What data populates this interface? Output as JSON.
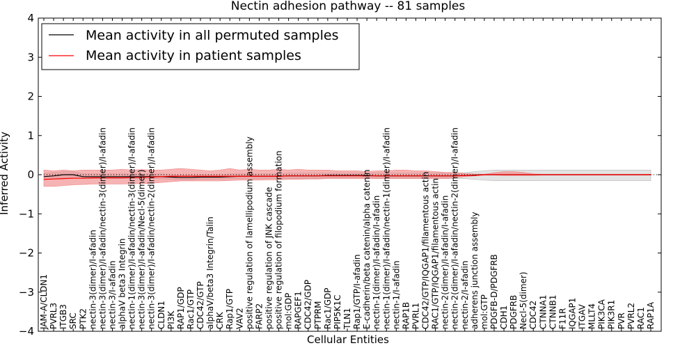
{
  "chart_data": {
    "type": "line",
    "title": "Nectin adhesion pathway -- 81 samples",
    "xlabel": "Cellular Entities",
    "ylabel": "Inferred Activity",
    "ylim": [
      -4,
      4
    ],
    "yticks": [
      -4,
      -3,
      -2,
      -1,
      0,
      1,
      2,
      3,
      4
    ],
    "grid": false,
    "legend_position": "top-left",
    "categories": [
      "JAM-A/CLDN1",
      "PVRL3",
      "ITGB3",
      "SRC",
      "PTK2",
      "nectin-3(dimer)/I-afadin",
      "nectin-3(dimer)/I-afadin/nectin-3(dimer)/I-afadin",
      "nectin-3/I-afadin",
      "alphaV beta3 Integrin",
      "nectin-1(dimer)/I-afadin/nectin-3(dimer)/I-afadin",
      "nectin-3(dimer)/I-afadin/Necl-5(dimer)",
      "nectin-3(dimer)/I-afadin/nectin-2(dimer)/I-afadin",
      "CLDN1",
      "PI3K",
      "RAP1/GDP",
      "Rac1/GTP",
      "CDC42/GTP",
      "alphaV/beta3 Integrin/Talin",
      "CRK",
      "Rap1/GTP",
      "VAV2",
      "positive regulation of lamellipodium assembly",
      "FARP2",
      "positive regulation of JNK cascade",
      "positive regulation of filopodium formation",
      "mol:GDP",
      "RAPGEF1",
      "CDC42/GDP",
      "PTPRM",
      "Rac1/GDP",
      "PIP5K1C",
      "TLN1",
      "Rap1/GTP/I-afadin",
      "E-cadherin/beta catenin/alpha catenin",
      "nectin-1(dimer)/I-afadin/I-afadin",
      "nectin-1(dimer)/I-afadin/nectin-1(dimer)/I-afadin",
      "nectin-1/I-afadin",
      "RAP1B",
      "PVRL1",
      "CDC42/GTP/IQGAP1/filamentous actin",
      "RAC1/GTP/IQGAP1/filamentous actin",
      "nectin-2(dimer)/I-afadin/I-afadin",
      "nectin-2(dimer)/I-afadin/nectin-2(dimer)/I-afadin",
      "nectin-2/I-afadin",
      "adherens junction assembly",
      "mol:GTP",
      "PDGFB-D/PDGFRB",
      "CDH1",
      "PDGFRB",
      "Necl-5(dimer)",
      "CDC42",
      "CTNNA1",
      "CTNNB1",
      "F11R",
      "IQGAP1",
      "ITGAV",
      "MLLT4",
      "PIK3CA",
      "PIK3R1",
      "PVR",
      "PVRL2",
      "RAC1",
      "RAP1A"
    ],
    "series": [
      {
        "name": "Mean activity in all permuted samples",
        "color": "#000000",
        "band_color": "#c8c8c8",
        "values": [
          -0.05,
          -0.03,
          0.0,
          0.0,
          -0.05,
          -0.05,
          -0.05,
          -0.05,
          -0.05,
          -0.05,
          -0.05,
          -0.05,
          -0.05,
          -0.06,
          -0.07,
          -0.07,
          -0.06,
          -0.06,
          -0.06,
          -0.05,
          -0.04,
          -0.04,
          -0.04,
          -0.04,
          -0.04,
          -0.03,
          -0.03,
          -0.03,
          -0.03,
          -0.02,
          -0.02,
          -0.02,
          -0.02,
          -0.02,
          -0.03,
          -0.03,
          -0.03,
          -0.03,
          -0.03,
          -0.03,
          -0.03,
          -0.03,
          -0.03,
          -0.02,
          -0.01,
          0.0,
          0.0,
          0.0,
          0.0,
          0.0,
          0.0,
          0.0,
          0.0,
          0.0,
          0.0,
          0.0,
          0.0,
          0.0,
          0.0,
          0.0,
          0.0,
          0.0,
          0.0
        ],
        "lower": [
          -0.12,
          -0.1,
          -0.08,
          -0.08,
          -0.1,
          -0.1,
          -0.1,
          -0.1,
          -0.1,
          -0.1,
          -0.1,
          -0.1,
          -0.1,
          -0.12,
          -0.13,
          -0.13,
          -0.12,
          -0.12,
          -0.12,
          -0.1,
          -0.1,
          -0.1,
          -0.1,
          -0.1,
          -0.1,
          -0.1,
          -0.1,
          -0.1,
          -0.1,
          -0.08,
          -0.08,
          -0.08,
          -0.08,
          -0.08,
          -0.1,
          -0.1,
          -0.1,
          -0.1,
          -0.1,
          -0.1,
          -0.1,
          -0.1,
          -0.1,
          -0.1,
          -0.12,
          -0.14,
          -0.15,
          -0.15,
          -0.15,
          -0.15,
          -0.15,
          -0.15,
          -0.15,
          -0.15,
          -0.15,
          -0.15,
          -0.15,
          -0.15,
          -0.15,
          -0.15,
          -0.15,
          -0.15,
          -0.15
        ],
        "upper": [
          0.03,
          0.05,
          0.08,
          0.08,
          0.02,
          0.02,
          0.02,
          0.02,
          0.02,
          0.02,
          0.02,
          0.02,
          0.02,
          0.0,
          -0.01,
          -0.01,
          0.0,
          0.0,
          0.0,
          0.02,
          0.02,
          0.02,
          0.02,
          0.02,
          0.02,
          0.04,
          0.04,
          0.04,
          0.04,
          0.04,
          0.04,
          0.04,
          0.04,
          0.04,
          0.04,
          0.04,
          0.04,
          0.04,
          0.04,
          0.04,
          0.04,
          0.04,
          0.04,
          0.05,
          0.08,
          0.1,
          0.12,
          0.12,
          0.12,
          0.12,
          0.12,
          0.12,
          0.12,
          0.12,
          0.12,
          0.12,
          0.12,
          0.12,
          0.12,
          0.12,
          0.12,
          0.12,
          0.12
        ]
      },
      {
        "name": "Mean activity in patient samples",
        "color": "#ff0000",
        "band_color": "#f08080",
        "values": [
          -0.12,
          -0.11,
          -0.1,
          -0.09,
          -0.09,
          -0.08,
          -0.08,
          -0.08,
          -0.08,
          -0.07,
          -0.07,
          -0.06,
          -0.05,
          -0.04,
          -0.04,
          -0.04,
          -0.04,
          -0.04,
          -0.04,
          -0.04,
          -0.04,
          -0.04,
          -0.04,
          -0.04,
          -0.04,
          -0.03,
          -0.03,
          -0.03,
          -0.03,
          -0.03,
          -0.03,
          -0.03,
          -0.03,
          -0.03,
          -0.03,
          -0.03,
          -0.03,
          -0.03,
          -0.03,
          -0.03,
          -0.03,
          -0.03,
          -0.03,
          -0.02,
          -0.02,
          0.0,
          0.0,
          0.0,
          0.0,
          0.0,
          0.0,
          0.0,
          0.0,
          0.0,
          0.0,
          0.0,
          0.0,
          0.0,
          0.0,
          0.0,
          0.0,
          0.0,
          0.0
        ],
        "lower": [
          -0.3,
          -0.3,
          -0.28,
          -0.26,
          -0.25,
          -0.24,
          -0.24,
          -0.24,
          -0.24,
          -0.23,
          -0.23,
          -0.22,
          -0.2,
          -0.18,
          -0.16,
          -0.16,
          -0.16,
          -0.16,
          -0.16,
          -0.15,
          -0.14,
          -0.14,
          -0.14,
          -0.13,
          -0.13,
          -0.12,
          -0.12,
          -0.11,
          -0.11,
          -0.1,
          -0.1,
          -0.1,
          -0.1,
          -0.1,
          -0.1,
          -0.1,
          -0.1,
          -0.1,
          -0.1,
          -0.1,
          -0.1,
          -0.1,
          -0.08,
          -0.05,
          -0.03,
          -0.01,
          -0.01,
          -0.02,
          -0.02,
          -0.02,
          -0.02,
          -0.01,
          -0.01,
          -0.01,
          -0.01,
          -0.01,
          -0.01,
          -0.01,
          -0.01,
          -0.01,
          -0.01,
          -0.01,
          -0.01
        ],
        "upper": [
          0.12,
          0.1,
          0.12,
          0.1,
          0.12,
          0.12,
          0.12,
          0.12,
          0.14,
          0.12,
          0.13,
          0.12,
          0.12,
          0.14,
          0.16,
          0.14,
          0.12,
          0.1,
          0.12,
          0.16,
          0.12,
          0.14,
          0.12,
          0.12,
          0.14,
          0.12,
          0.14,
          0.12,
          0.12,
          0.12,
          0.1,
          0.1,
          0.1,
          0.08,
          0.1,
          0.1,
          0.12,
          0.12,
          0.1,
          0.1,
          0.08,
          0.06,
          0.06,
          0.03,
          0.02,
          0.01,
          0.05,
          0.08,
          0.08,
          0.06,
          0.02,
          0.01,
          0.01,
          0.01,
          0.01,
          0.01,
          0.01,
          0.01,
          0.01,
          0.01,
          0.01,
          0.01,
          0.01
        ]
      }
    ]
  }
}
